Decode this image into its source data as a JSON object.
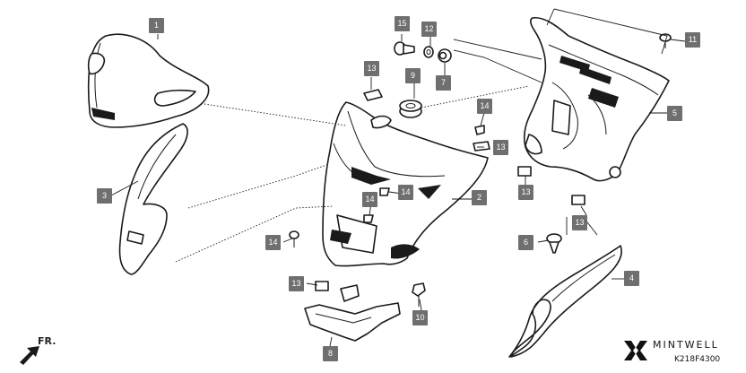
{
  "callouts": [
    {
      "id": "c1",
      "label": "1"
    },
    {
      "id": "c2",
      "label": "2"
    },
    {
      "id": "c3",
      "label": "3"
    },
    {
      "id": "c4",
      "label": "4"
    },
    {
      "id": "c5",
      "label": "5"
    },
    {
      "id": "c6",
      "label": "6"
    },
    {
      "id": "c7",
      "label": "7"
    },
    {
      "id": "c8",
      "label": "8"
    },
    {
      "id": "c9",
      "label": "9"
    },
    {
      "id": "c10",
      "label": "10"
    },
    {
      "id": "c11",
      "label": "11"
    },
    {
      "id": "c12",
      "label": "12"
    },
    {
      "id": "c13a",
      "label": "13"
    },
    {
      "id": "c13b",
      "label": "13"
    },
    {
      "id": "c13c",
      "label": "13"
    },
    {
      "id": "c13d",
      "label": "13"
    },
    {
      "id": "c13e",
      "label": "13"
    },
    {
      "id": "c14a",
      "label": "14"
    },
    {
      "id": "c14b",
      "label": "14"
    },
    {
      "id": "c14c",
      "label": "14"
    },
    {
      "id": "c14d",
      "label": "14"
    },
    {
      "id": "c15",
      "label": "15"
    }
  ],
  "front_indicator": "FR.",
  "brand": {
    "name": "MINTWELL",
    "code": "K218F4300",
    "logo_icon": "mintwell-logo-icon"
  },
  "colors": {
    "callout_bg": "#6f6f6f",
    "line": "#1a1a1a"
  }
}
